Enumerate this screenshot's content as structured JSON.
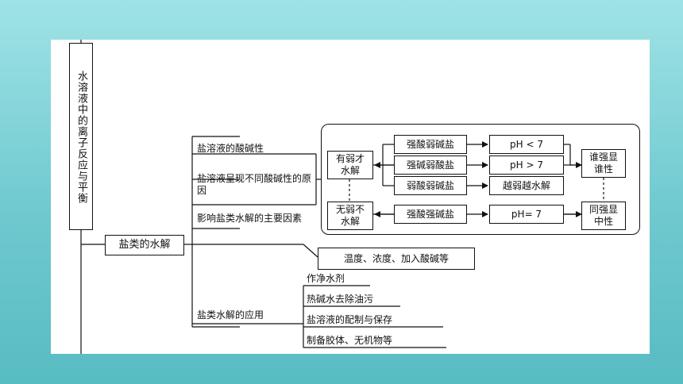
{
  "title": "水溶液中的离子反应与平衡",
  "main_node": "盐类的水解",
  "branches": {
    "acid_base": "盐溶液的酸碱性",
    "reason": "盐溶液呈现不同酸碱性的原因",
    "factors": "影响盐类水解的主要因素",
    "application": "盐类水解的应用"
  },
  "factors_detail": "温度、浓度、加入酸碱等",
  "hydrolysis_rules": {
    "left_top": "有弱才水解",
    "left_bottom": "无弱不水解",
    "salts": [
      "强酸弱碱盐",
      "强碱弱酸盐",
      "弱酸弱碱盐",
      "强酸强碱盐"
    ],
    "ph": [
      "pH < 7",
      "pH > 7",
      "越弱越水解",
      "pH= 7"
    ],
    "right_top": "谁强显谁性",
    "right_bottom": "同强显中性"
  },
  "applications": [
    "作净水剂",
    "热碱水去除油污",
    "盐溶液的配制与保存",
    "制备胶体、无机物等"
  ]
}
